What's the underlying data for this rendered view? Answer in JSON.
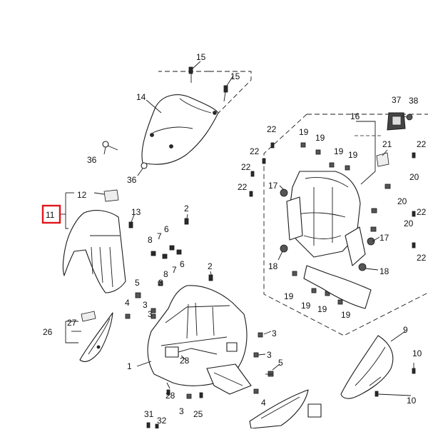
{
  "highlight": {
    "callout": "11",
    "color": "#e0161b"
  },
  "callouts": {
    "c15a": "15",
    "c15b": "15",
    "c14": "14",
    "c36a": "36",
    "c36b": "36",
    "c16": "16",
    "c37": "37",
    "c38": "38",
    "c22a": "22",
    "c22b": "22",
    "c22c": "22",
    "c22d": "22",
    "c22e": "22",
    "c22f": "22",
    "c22g": "22",
    "c19a": "19",
    "c19b": "19",
    "c19c": "19",
    "c19d": "19",
    "c19e": "19",
    "c19f": "19",
    "c19g": "19",
    "c19h": "19",
    "c21": "21",
    "c20a": "20",
    "c20b": "20",
    "c20c": "20",
    "c17a": "17",
    "c17b": "17",
    "c18a": "18",
    "c18b": "18",
    "c12": "12",
    "c11": "11",
    "c13": "13",
    "c2a": "2",
    "c2b": "2",
    "c7a": "7",
    "c6a": "6",
    "c8a": "8",
    "c8b": "8",
    "c7b": "7",
    "c6b": "6",
    "c5a": "5",
    "c5b": "5",
    "c3a": "3",
    "c3b": "3",
    "c3c": "3",
    "c3d": "3",
    "c3e": "3",
    "c3f": "3",
    "c4a": "4",
    "c4b": "4",
    "c27": "27",
    "c26": "26",
    "c1": "1",
    "c28a": "28",
    "c28b": "28",
    "c9": "9",
    "c10a": "10",
    "c10b": "10",
    "c25": "25",
    "c31": "31",
    "c32": "32"
  }
}
